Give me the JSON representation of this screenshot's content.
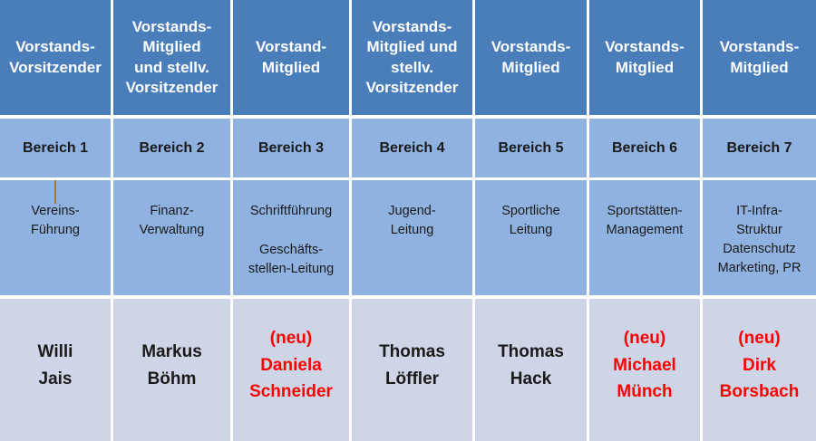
{
  "table": {
    "columns": [
      {
        "role": [
          "Vorstands-",
          "Vorsitzender"
        ],
        "area": "Bereich 1",
        "tasks": [
          "Vereins-",
          "Führung"
        ],
        "tasks_second_block": [],
        "has_connector": true,
        "name_is_new": false,
        "new_label": "",
        "name": [
          "Willi",
          "Jais"
        ],
        "name_color": "#1a1a1a"
      },
      {
        "role": [
          "Vorstands-",
          "Mitglied",
          "und stellv.",
          "Vorsitzender"
        ],
        "area": "Bereich 2",
        "tasks": [
          "Finanz-",
          "Verwaltung"
        ],
        "tasks_second_block": [],
        "has_connector": false,
        "name_is_new": false,
        "new_label": "",
        "name": [
          "Markus",
          "Böhm"
        ],
        "name_color": "#1a1a1a"
      },
      {
        "role": [
          "Vorstand-",
          "Mitglied"
        ],
        "area": "Bereich 3",
        "tasks": [
          "Schriftführung"
        ],
        "tasks_second_block": [
          "Geschäfts-",
          "stellen-Leitung"
        ],
        "has_connector": false,
        "name_is_new": true,
        "new_label": "(neu)",
        "name": [
          "Daniela",
          "Schneider"
        ],
        "name_color": "#ff0000"
      },
      {
        "role": [
          "Vorstands-",
          "Mitglied und",
          "stellv.",
          "Vorsitzender"
        ],
        "area": "Bereich 4",
        "tasks": [
          "Jugend-",
          "Leitung"
        ],
        "tasks_second_block": [],
        "has_connector": false,
        "name_is_new": false,
        "new_label": "",
        "name": [
          "Thomas",
          "Löffler"
        ],
        "name_color": "#1a1a1a"
      },
      {
        "role": [
          "Vorstands-",
          "Mitglied"
        ],
        "area": "Bereich 5",
        "tasks": [
          "Sportliche",
          "Leitung"
        ],
        "tasks_second_block": [],
        "has_connector": false,
        "name_is_new": false,
        "new_label": "",
        "name": [
          "Thomas",
          "Hack"
        ],
        "name_color": "#1a1a1a"
      },
      {
        "role": [
          "Vorstands-",
          "Mitglied"
        ],
        "area": "Bereich 6",
        "tasks": [
          "Sportstätten-",
          "Management"
        ],
        "tasks_second_block": [],
        "has_connector": false,
        "name_is_new": true,
        "new_label": "(neu)",
        "name": [
          "Michael",
          "Münch"
        ],
        "name_color": "#ff0000"
      },
      {
        "role": [
          "Vorstands-",
          "Mitglied"
        ],
        "area": "Bereich 7",
        "tasks": [
          "IT-Infra-",
          "Struktur",
          "Datenschutz",
          "Marketing, PR"
        ],
        "tasks_second_block": [],
        "has_connector": false,
        "name_is_new": true,
        "new_label": "(neu)",
        "name": [
          "Dirk",
          "Borsbach"
        ],
        "name_color": "#ff0000"
      }
    ]
  },
  "colors": {
    "header_blue": "#4a7ebb",
    "body_blue": "#8fb2e0",
    "name_row": "#ced5e7",
    "grid_white": "#ffffff",
    "text_dark": "#1a1a1a",
    "text_light": "#ffffff",
    "accent_new": "#ff0000",
    "connector_line": "#a8753c"
  }
}
